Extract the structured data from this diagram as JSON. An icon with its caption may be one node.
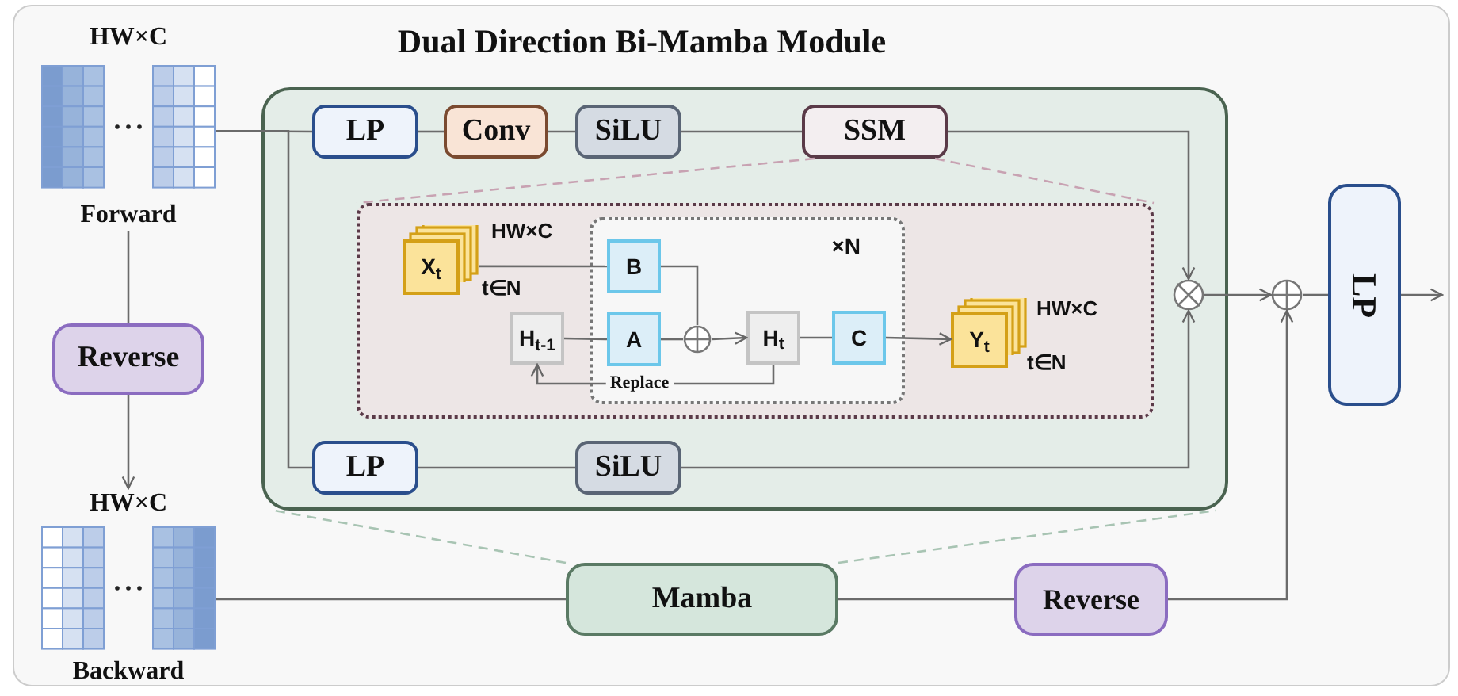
{
  "diagram": {
    "title": "Dual Direction Bi-Mamba Module",
    "nodes": [
      {
        "text": [
          "HW×C",
          "Forward"
        ]
      },
      {
        "text": [
          "Reverse"
        ]
      },
      {
        "text": [
          "HW×C",
          "Backward"
        ]
      },
      {
        "text": [],
        "shape": "box"
      },
      {
        "text": [
          "LP"
        ],
        "in": 3
      },
      {
        "text": [
          "Conv"
        ],
        "in": 3
      },
      {
        "text": [
          "SiLU"
        ],
        "in": 3
      },
      {
        "text": [
          "SSM"
        ],
        "in": 3
      },
      {
        "text": [],
        "shape": "box",
        "in": 3
      },
      {
        "text": [
          "×N"
        ],
        "in": 8
      },
      {
        "text": [
          "X$_{t}$"
        ],
        "in": 8,
        "beside": [
          "HW×C",
          "t∈N"
        ]
      },
      {
        "text": [
          "H$_{t-1}$"
        ],
        "in": 8
      },
      {
        "text": [
          "B"
        ],
        "in": 9
      },
      {
        "text": [
          "A"
        ],
        "in": 9
      },
      {
        "text": [],
        "shape": "circle",
        "in": 9
      },
      {
        "text": [
          "H$_{t}$"
        ],
        "in": 9
      },
      {
        "text": [
          "C"
        ],
        "in": 9
      },
      {
        "text": [
          "Y$_{t}$"
        ],
        "in": 8,
        "beside": [
          "HW×C",
          "t∈N"
        ]
      },
      {
        "text": [
          "LP"
        ],
        "in": 3
      },
      {
        "text": [
          "SiLU"
        ],
        "in": 3
      },
      {
        "text": [],
        "shape": "circle",
        "in": 3
      },
      {
        "text": [],
        "shape": "circle"
      },
      {
        "text": [
          "LP"
        ]
      },
      {
        "text": [
          "Mamba"
        ]
      },
      {
        "text": [
          "Reverse"
        ]
      }
    ],
    "edges": [
      {
        "from": 0,
        "to": 1,
        "arrow": "none"
      },
      {
        "from": 1,
        "to": 2,
        "arrow": "to"
      },
      {
        "from": 0,
        "to": 4,
        "arrow": "none"
      },
      {
        "from": 0,
        "to": 18,
        "arrow": "none"
      },
      {
        "from": 4,
        "to": 5,
        "arrow": "none"
      },
      {
        "from": 5,
        "to": 6,
        "arrow": "none"
      },
      {
        "from": 6,
        "to": 7,
        "arrow": "none"
      },
      {
        "from": 7,
        "to": 20,
        "arrow": "to"
      },
      {
        "from": 18,
        "to": 19,
        "arrow": "none"
      },
      {
        "from": 19,
        "to": 20,
        "arrow": "to"
      },
      {
        "from": 10,
        "to": 12,
        "arrow": "none"
      },
      {
        "from": 11,
        "to": 13,
        "arrow": "none"
      },
      {
        "from": 12,
        "to": 14,
        "arrow": "none"
      },
      {
        "from": 13,
        "to": 14,
        "arrow": "none"
      },
      {
        "from": 14,
        "to": 15,
        "arrow": "to"
      },
      {
        "from": 15,
        "to": 16,
        "arrow": "none"
      },
      {
        "from": 16,
        "to": 17,
        "arrow": "to"
      },
      {
        "from": 15,
        "to": 11,
        "arrow": "to",
        "label": "Replace"
      },
      {
        "from": 20,
        "to": 21,
        "arrow": "to"
      },
      {
        "from": 21,
        "to": 22,
        "arrow": "none"
      },
      {
        "from": 22,
        "to": null,
        "arrow": "to"
      },
      {
        "from": 2,
        "to": 23,
        "arrow": "none"
      },
      {
        "from": 23,
        "to": 24,
        "arrow": "none"
      },
      {
        "from": 24,
        "to": 21,
        "arrow": "to"
      },
      {
        "from": 7,
        "to": 8,
        "arrow": "none",
        "style": "dashed",
        "color": "#c8a2b2"
      },
      {
        "from": 7,
        "to": 8,
        "arrow": "none",
        "style": "dashed",
        "color": "#c8a2b2"
      },
      {
        "from": 23,
        "to": 3,
        "arrow": "none",
        "style": "dashed",
        "color": "#a8c4b3"
      },
      {
        "from": 23,
        "to": 3,
        "arrow": "none",
        "style": "dashed",
        "color": "#a8c4b3"
      }
    ]
  }
}
